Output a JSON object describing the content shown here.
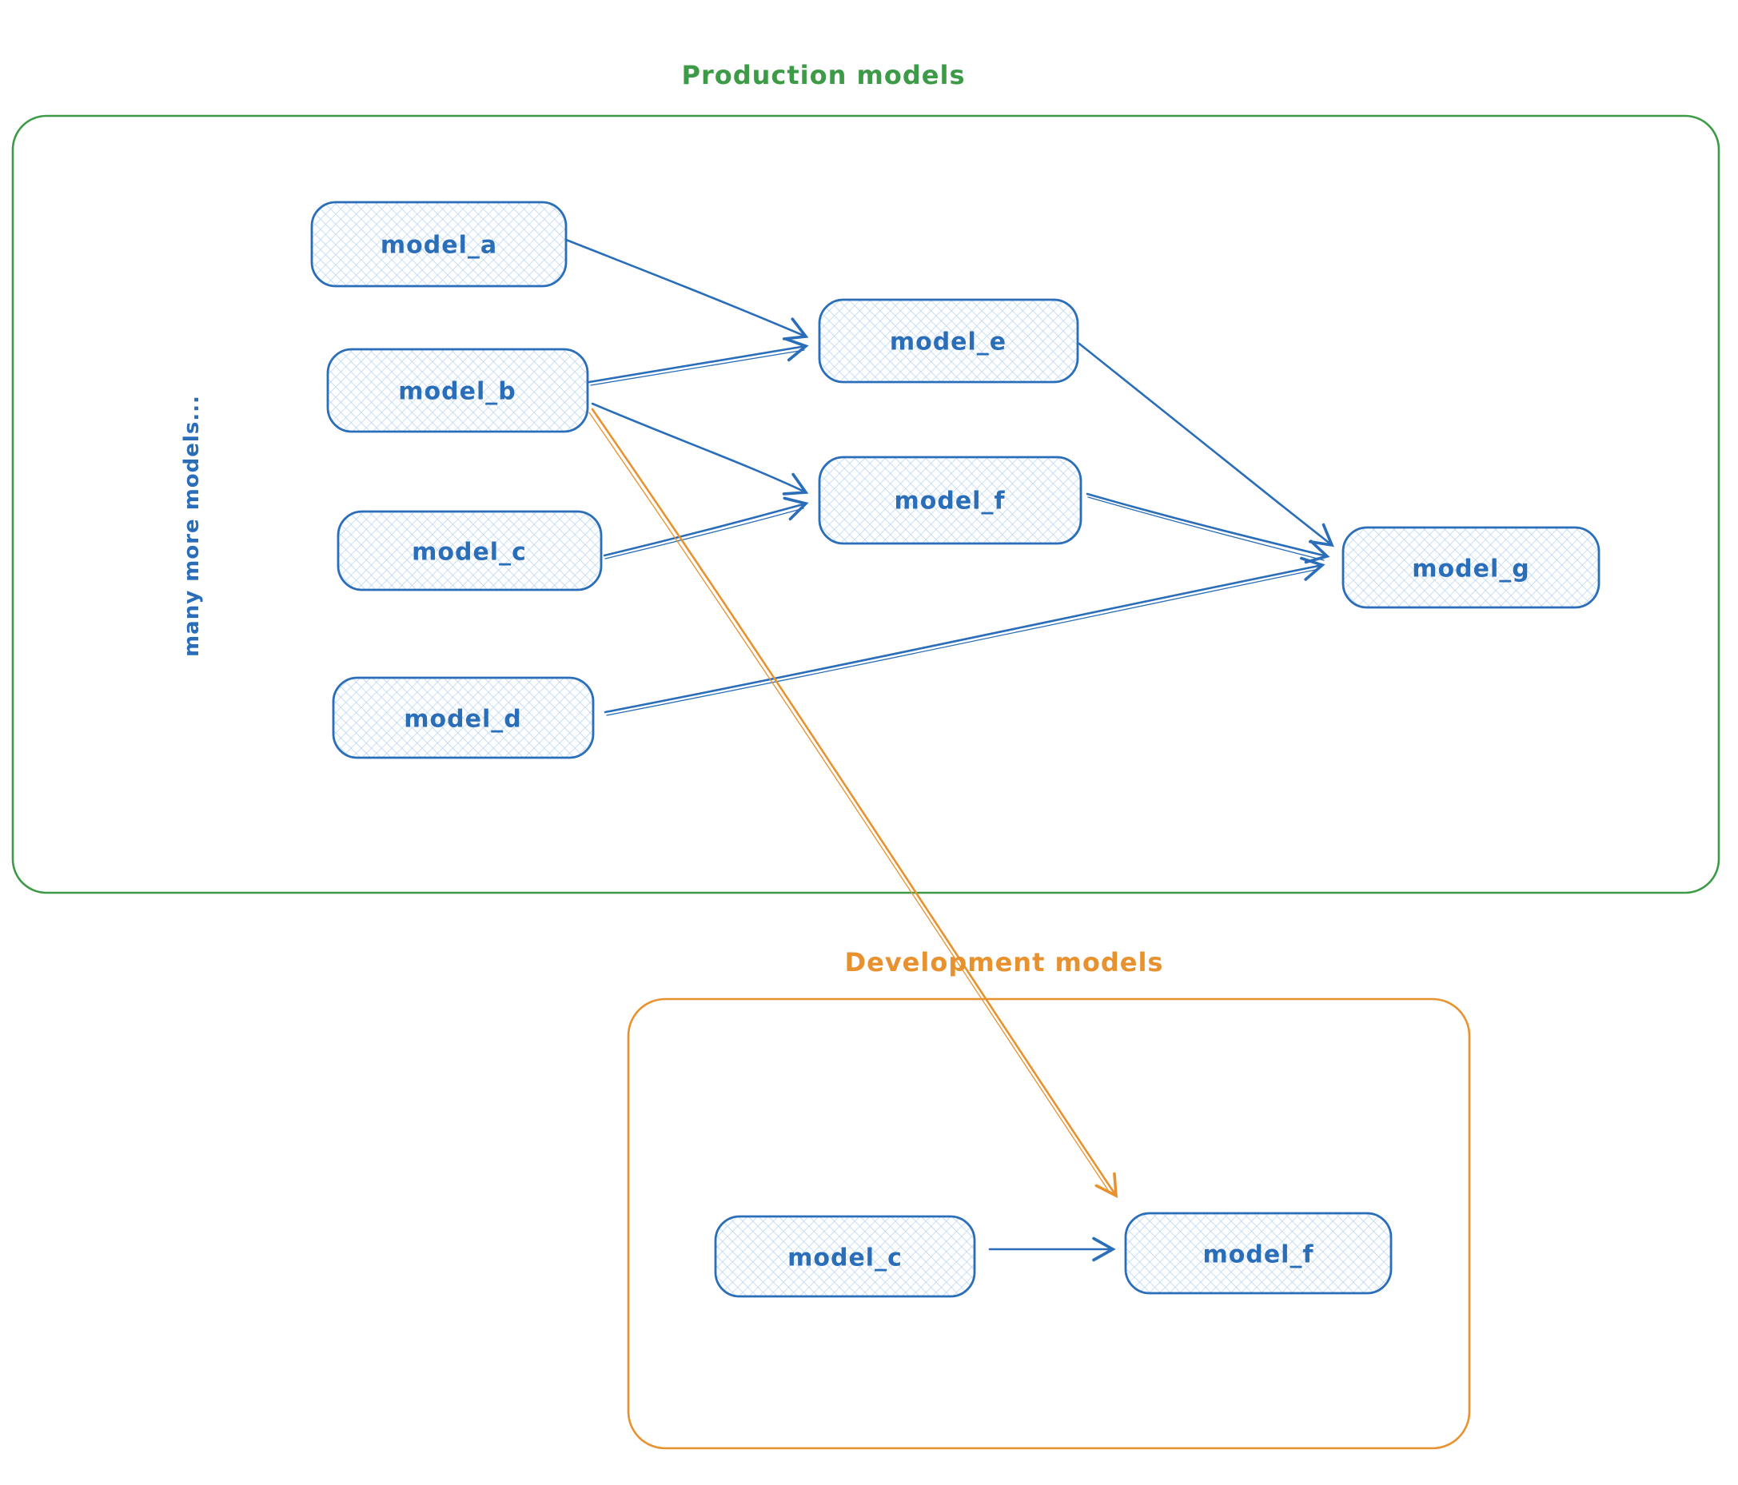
{
  "diagram": {
    "production": {
      "title": "Production models",
      "side_label": "many more models...",
      "nodes": {
        "a": "model_a",
        "b": "model_b",
        "c": "model_c",
        "d": "model_d",
        "e": "model_e",
        "f": "model_f",
        "g": "model_g"
      },
      "edges": [
        {
          "from": "model_a",
          "to": "model_e"
        },
        {
          "from": "model_b",
          "to": "model_e"
        },
        {
          "from": "model_b",
          "to": "model_f"
        },
        {
          "from": "model_c",
          "to": "model_f"
        },
        {
          "from": "model_e",
          "to": "model_g"
        },
        {
          "from": "model_f",
          "to": "model_g"
        },
        {
          "from": "model_d",
          "to": "model_g"
        }
      ]
    },
    "development": {
      "title": "Development models",
      "nodes": {
        "c": "model_c",
        "f": "model_f"
      },
      "edges": [
        {
          "from": "model_c",
          "to": "model_f"
        }
      ]
    },
    "cross_edges": [
      {
        "from": "production model_b",
        "to": "development model_f",
        "color": "#e8922f"
      }
    ],
    "colors": {
      "production_border": "#3d9b48",
      "production_title": "#3d9b48",
      "development_border": "#e8922f",
      "development_title": "#e8922f",
      "node_border": "#2a6db9",
      "node_label": "#2a6db9",
      "node_hatch": "#b5d4f2",
      "arrow_blue": "#2a6db9",
      "arrow_orange": "#e8922f"
    }
  }
}
